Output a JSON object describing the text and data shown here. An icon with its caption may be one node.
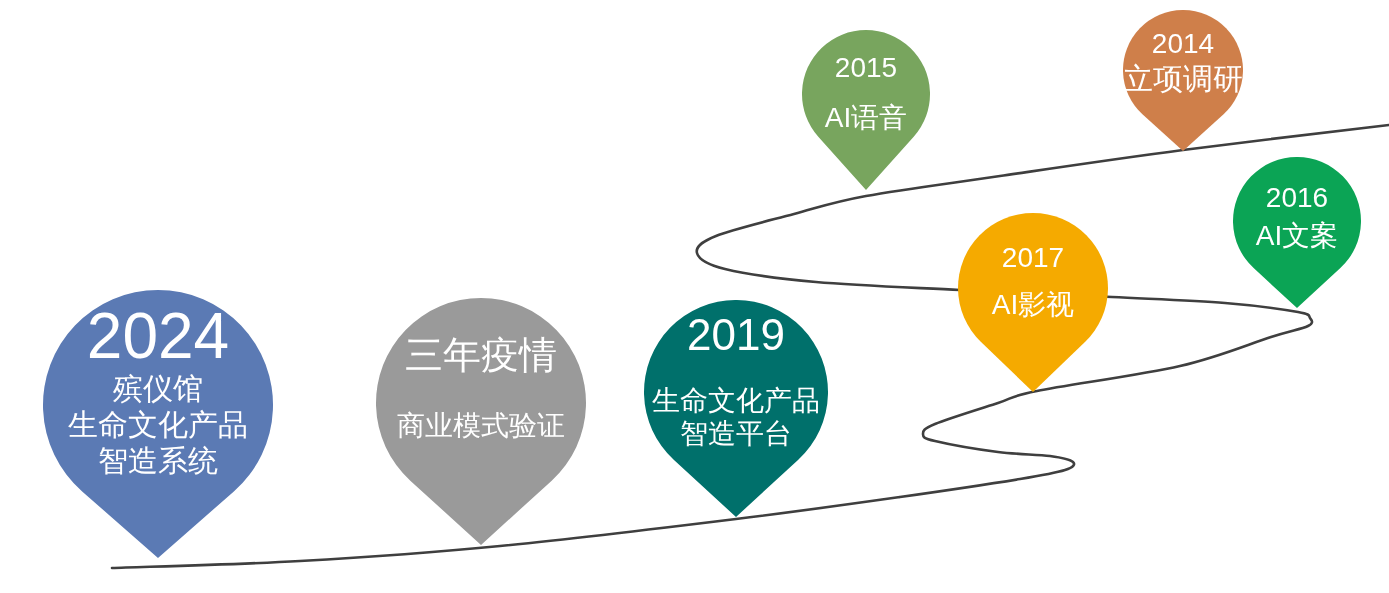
{
  "diagram": {
    "nodes": [
      {
        "text": [
          "2014",
          "立项调研"
        ]
      },
      {
        "text": [
          "2015",
          "AI语音"
        ]
      },
      {
        "text": [
          "2016",
          "AI文案"
        ]
      },
      {
        "text": [
          "2017",
          "AI影视"
        ]
      },
      {
        "text": [
          "2019",
          "生命文化产品智造平台"
        ]
      },
      {
        "text": [
          "三年疫情",
          "商业模式验证"
        ]
      },
      {
        "text": [
          "2024",
          "殡仪馆",
          "生命文化产品智造系统"
        ]
      }
    ]
  }
}
